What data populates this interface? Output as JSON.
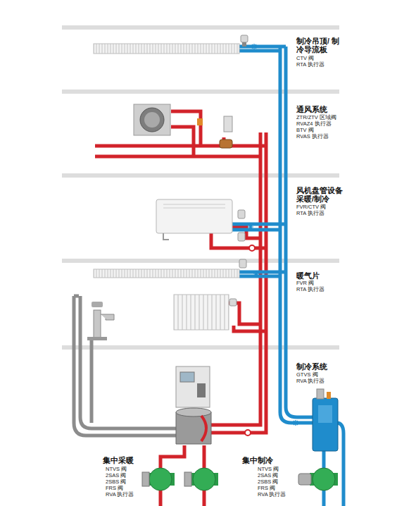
{
  "diagram": {
    "labels": [
      "制冷吊顶/ 制冷导流板",
      "CTV 阀",
      "RTA 执行器",
      "通风系统",
      "ZTR/ZTV 区域阀",
      "RVAZ4 执行器",
      "BTV 阀",
      "RVAS 执行器",
      "风机盘管设备 采暖/制冷",
      "FVR/CTV 阀",
      "RTA 执行器",
      "暖气片",
      "FVR 阀",
      "RTA 执行器",
      "制冷系统",
      "GTVS 阀",
      "RVA 执行器",
      "集中采暖",
      "NTVS 阀",
      "2SAS 阀",
      "2SBS 阀",
      "FRS 阀",
      "RVA 执行器",
      "集中制冷",
      "NTVS 阀",
      "2SAS 阀",
      "2SBS 阀",
      "FRS 阀",
      "RVA 执行器"
    ]
  }
}
